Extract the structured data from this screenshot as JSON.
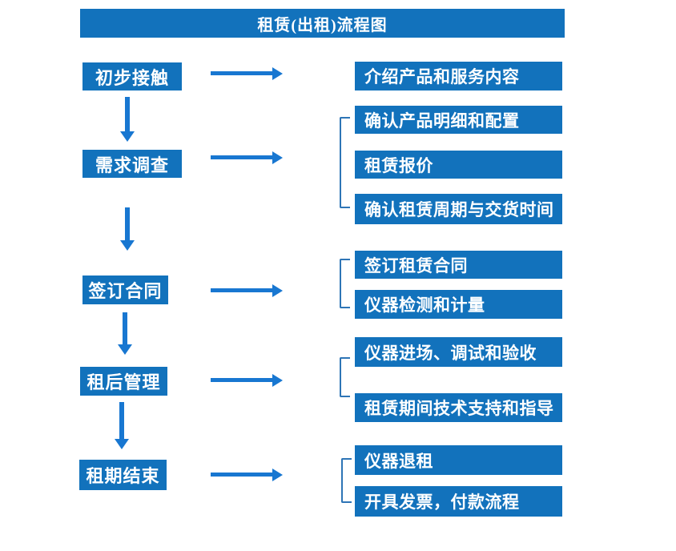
{
  "title": "租赁(出租)流程图",
  "colors": {
    "box_blue": "#1272BC",
    "arrow_blue": "#1877D1",
    "bracket_blue": "#2E75B6",
    "text_white": "#FFFFFF",
    "background": "#FFFFFF"
  },
  "left_steps": [
    "初步接触",
    "需求调查",
    "签订合同",
    "租后管理",
    "租期结束"
  ],
  "right_steps": [
    "介绍产品和服务内容",
    "确认产品明细和配置",
    "租赁报价",
    "确认租赁周期与交货时间",
    "签订租赁合同",
    "仪器检测和计量",
    "仪器进场、调试和验收",
    "租赁期间技术支持和指导",
    "仪器退租",
    "开具发票，付款流程"
  ]
}
